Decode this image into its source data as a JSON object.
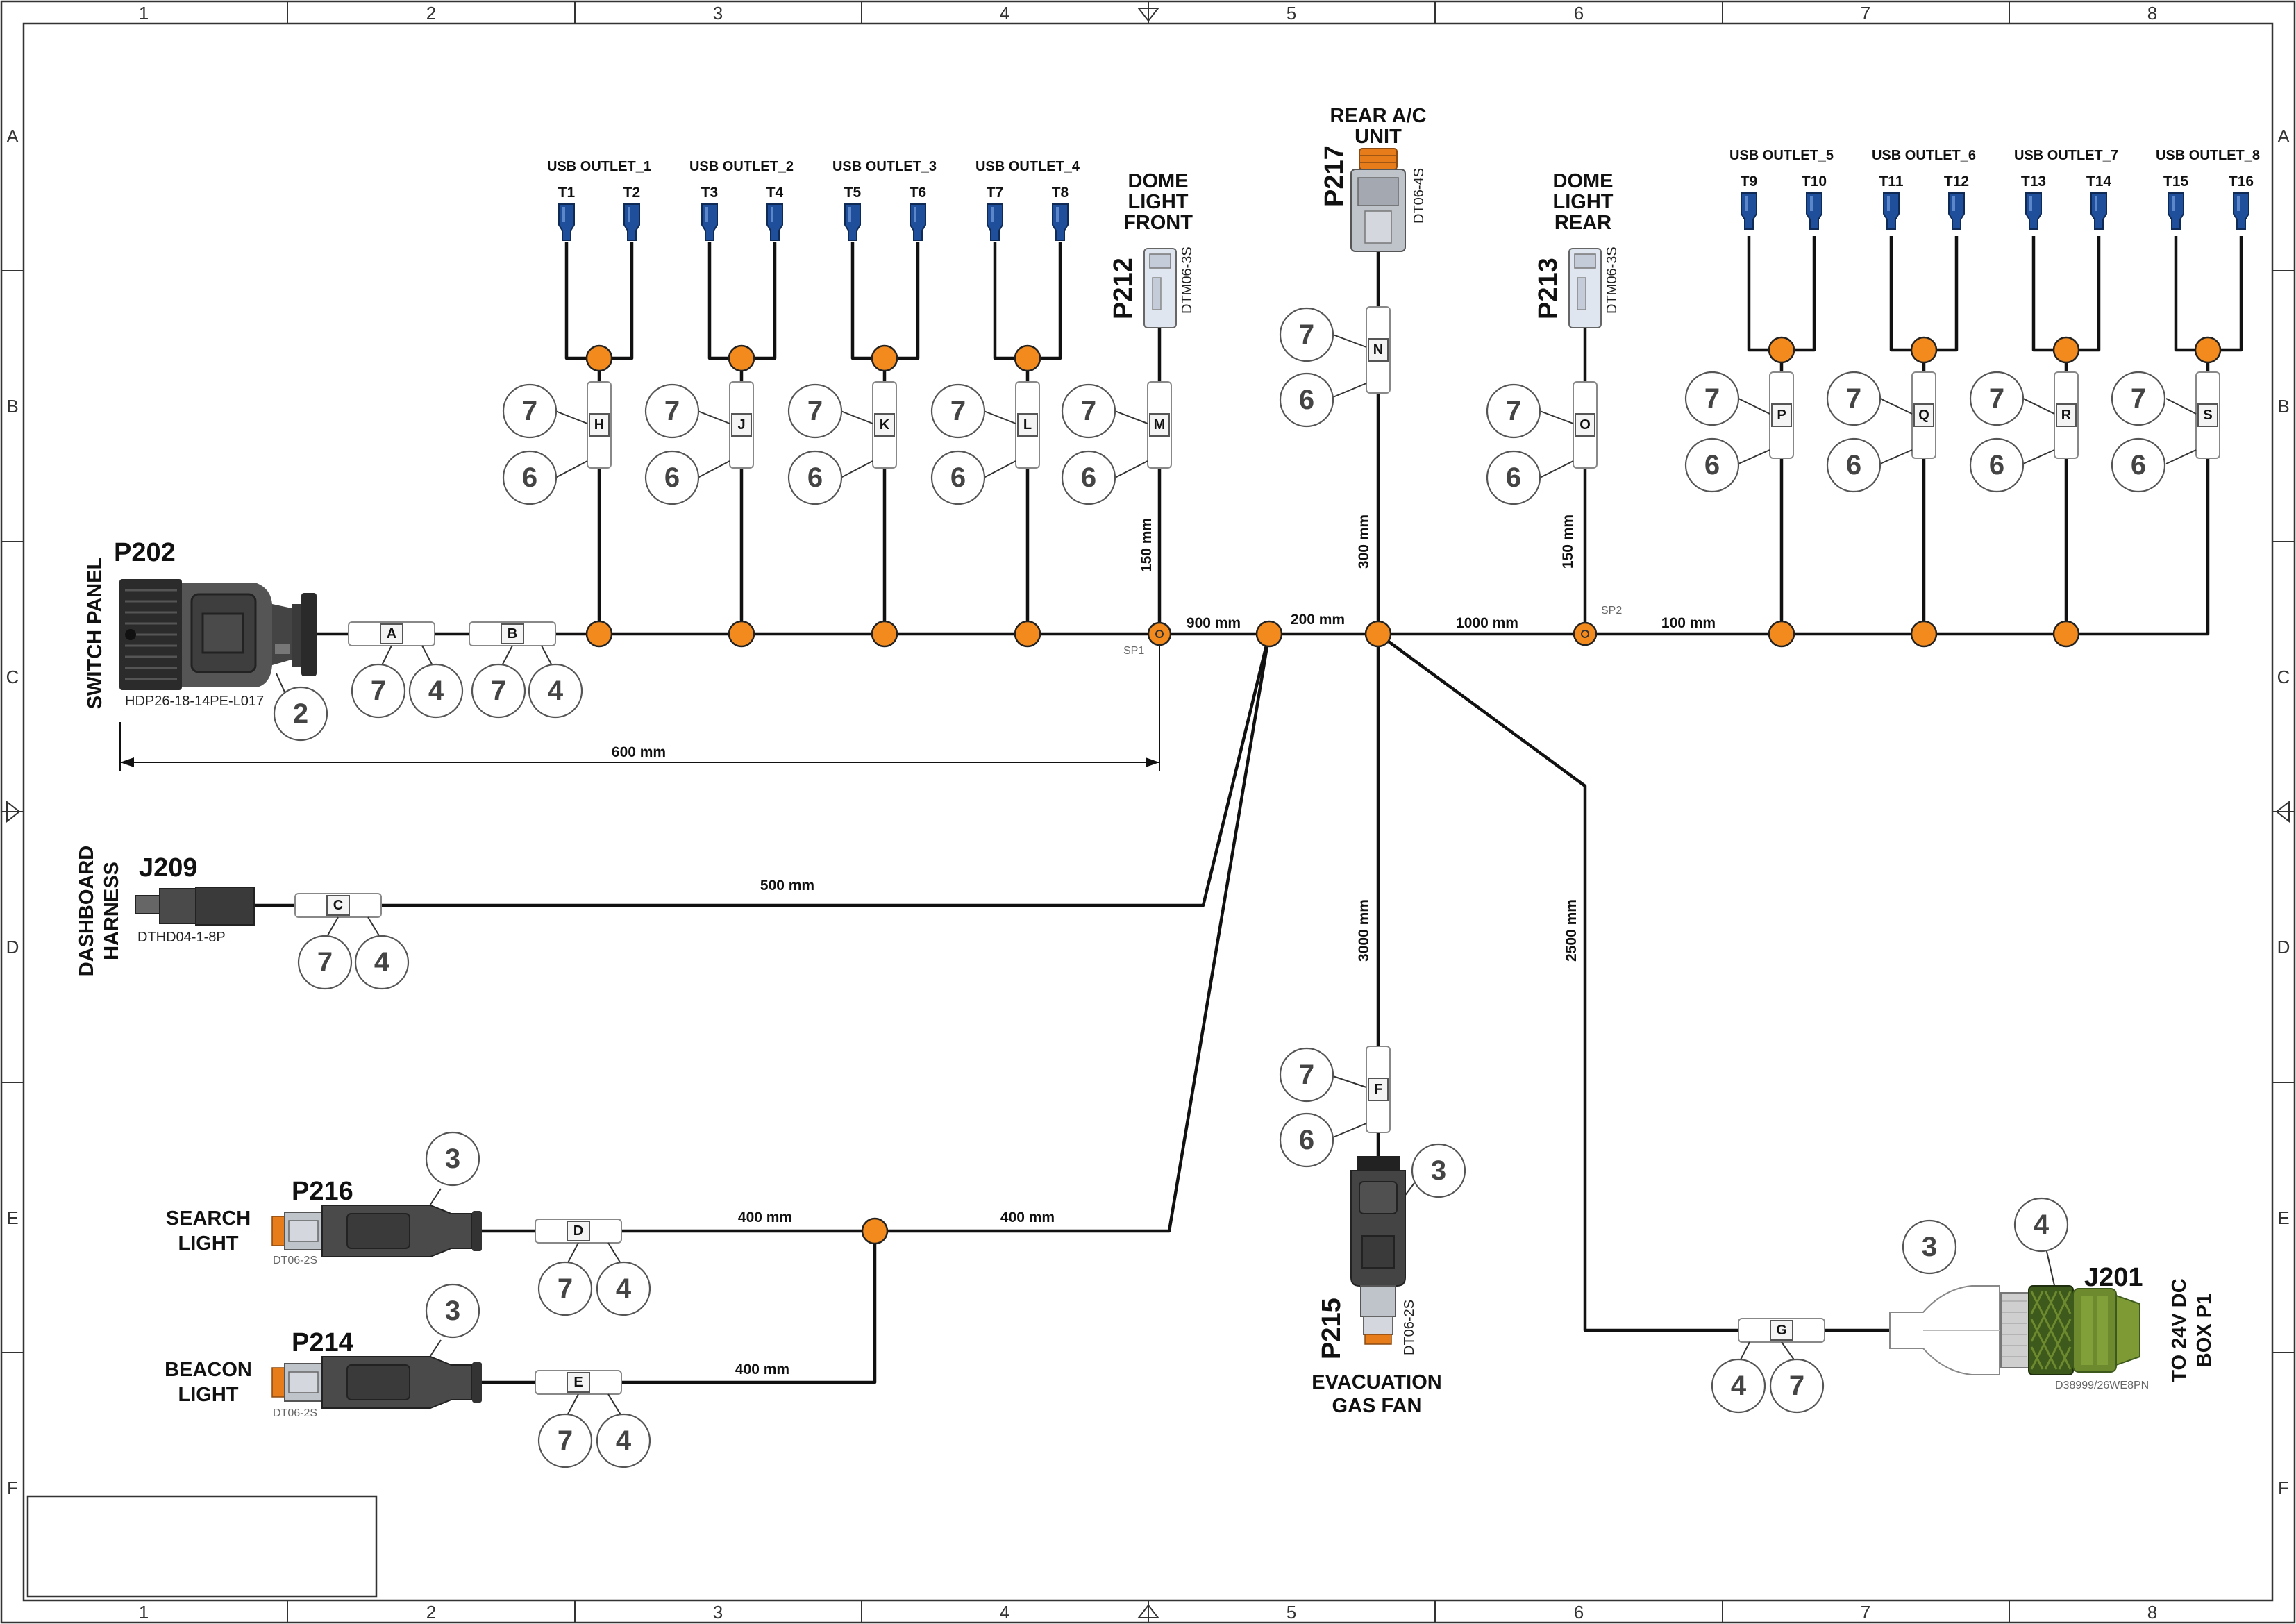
{
  "frame": {
    "columns": [
      "1",
      "2",
      "3",
      "4",
      "5",
      "6",
      "7",
      "8"
    ],
    "rows": [
      "A",
      "B",
      "C",
      "D",
      "E",
      "F"
    ]
  },
  "connectors": {
    "p202": {
      "id": "P202",
      "name": "SWITCH PANEL",
      "part": "HDP26-18-14PE-L017"
    },
    "j209": {
      "id": "J209",
      "name_line1": "DASHBOARD",
      "name_line2": "HARNESS",
      "part": "DTHD04-1-8P"
    },
    "p212": {
      "id": "P212",
      "name_line1": "DOME",
      "name_line2": "LIGHT",
      "name_line3": "FRONT",
      "part": "DTM06-3S"
    },
    "p213": {
      "id": "P213",
      "name_line1": "DOME",
      "name_line2": "LIGHT",
      "name_line3": "REAR",
      "part": "DTM06-3S"
    },
    "p217": {
      "id": "P217",
      "name_line1": "REAR A/C",
      "name_line2": "UNIT",
      "part": "DT06-4S"
    },
    "p215": {
      "id": "P215",
      "name_line1": "EVACUATION",
      "name_line2": "GAS FAN",
      "part": "DT06-2S"
    },
    "p216": {
      "id": "P216",
      "name_line1": "SEARCH",
      "name_line2": "LIGHT",
      "part": "DT06-2S"
    },
    "p214": {
      "id": "P214",
      "name_line1": "BEACON",
      "name_line2": "LIGHT",
      "part": "DT06-2S"
    },
    "j201": {
      "id": "J201",
      "name_line1": "TO 24V DC",
      "name_line2": "BOX P1",
      "part": "D38999/26WE8PN"
    }
  },
  "usb_outlets": [
    {
      "label": "USB OUTLET_1",
      "t1": "T1",
      "t2": "T2"
    },
    {
      "label": "USB OUTLET_2",
      "t1": "T3",
      "t2": "T4"
    },
    {
      "label": "USB OUTLET_3",
      "t1": "T5",
      "t2": "T6"
    },
    {
      "label": "USB OUTLET_4",
      "t1": "T7",
      "t2": "T8"
    },
    {
      "label": "USB OUTLET_5",
      "t1": "T9",
      "t2": "T10"
    },
    {
      "label": "USB OUTLET_6",
      "t1": "T11",
      "t2": "T12"
    },
    {
      "label": "USB OUTLET_7",
      "t1": "T13",
      "t2": "T14"
    },
    {
      "label": "USB OUTLET_8",
      "t1": "T15",
      "t2": "T16"
    }
  ],
  "sleeves": [
    "A",
    "B",
    "C",
    "D",
    "E",
    "F",
    "G",
    "H",
    "J",
    "K",
    "L",
    "M",
    "N",
    "O",
    "P",
    "Q",
    "R",
    "S"
  ],
  "splices": {
    "sp1": "SP1",
    "sp2": "SP2"
  },
  "lengths": {
    "sp1_to_j": "900 mm",
    "j_to_k": "200 mm",
    "k_to_sp2": "1000 mm",
    "sp2_to_p": "100 mm",
    "p202_to_sp1": "600 mm",
    "dashboard": "500 mm",
    "search_light": "400 mm",
    "beacon_light": "400 mm",
    "lights_trunk": "400 mm",
    "dome_front": "150 mm",
    "dome_rear": "150 mm",
    "rear_ac": "300 mm",
    "gas_fan": "3000 mm",
    "box_p1": "2500 mm"
  },
  "callouts": {
    "n2": "2",
    "n3": "3",
    "n4": "4",
    "n6": "6",
    "n7": "7"
  },
  "colors": {
    "splice": "#f28a1e",
    "terminal": "#1f4e9a",
    "j201_body": "#6e8a2e",
    "sleeve_tag": "#888888"
  }
}
